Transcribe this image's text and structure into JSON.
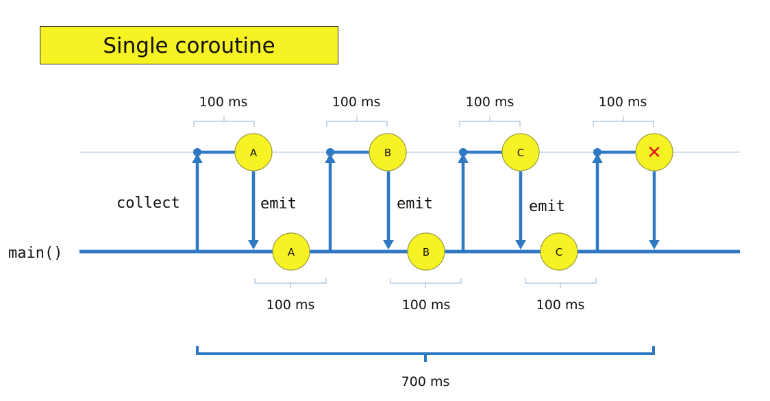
{
  "title": "Single coroutine",
  "main_label": "main()",
  "collect_label": "collect",
  "emit_label": "emit",
  "top_durations": [
    "100 ms",
    "100 ms",
    "100 ms",
    "100 ms"
  ],
  "bottom_durations": [
    "100 ms",
    "100 ms",
    "100 ms"
  ],
  "total_duration": "700 ms",
  "top_nodes": [
    "A",
    "B",
    "C"
  ],
  "bottom_nodes": [
    "A",
    "B",
    "C"
  ],
  "cancel_symbol": "✕",
  "colors": {
    "line": "#2f78c2",
    "thin_line": "#b8cde3",
    "node_fill": "#f7f224",
    "node_stroke": "#9a9a3a",
    "cancel": "#e0161b",
    "title_bg": "#f7f224"
  }
}
